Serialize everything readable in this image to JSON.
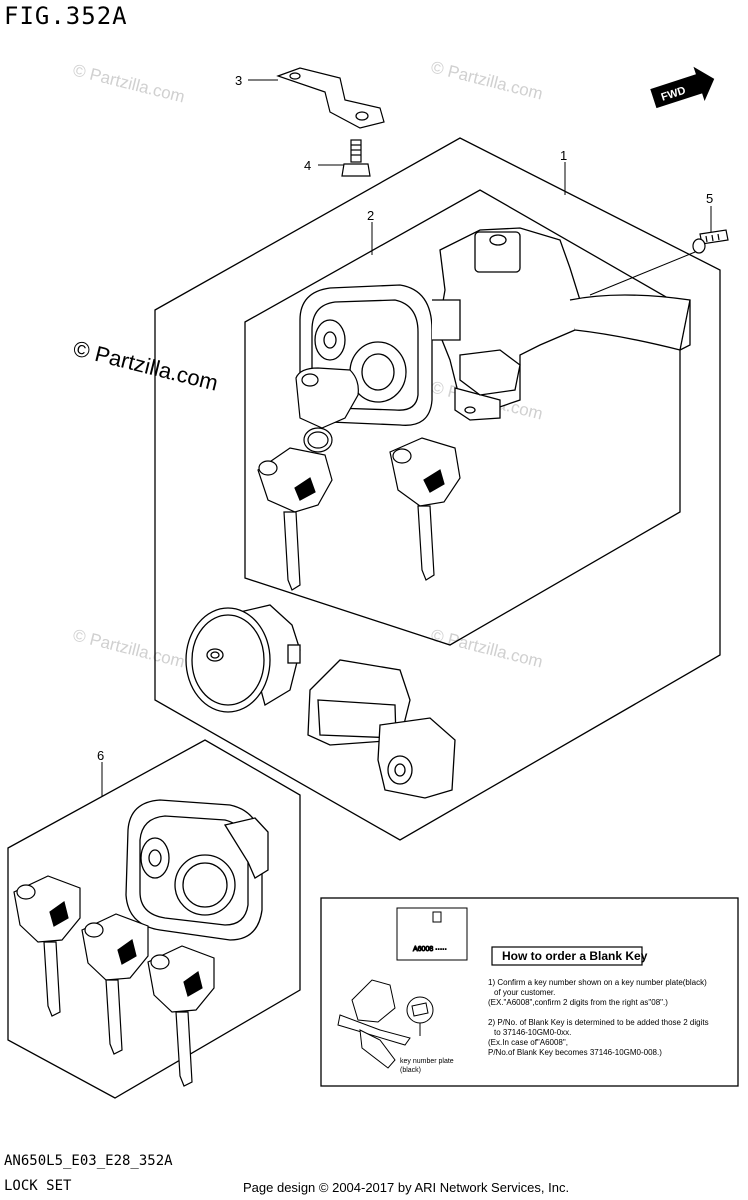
{
  "figure": {
    "title": "FIG.352A",
    "code": "AN650L5_E03_E28_352A",
    "name": "LOCK SET"
  },
  "footer": {
    "copyright": "Page design © 2004-2017 by ARI Network Services, Inc."
  },
  "watermarks": {
    "light": "© Partzilla.com",
    "main": "© Partzilla.com"
  },
  "fwd_badge": "FWD",
  "callouts": {
    "c1": "1",
    "c2": "2",
    "c3": "3",
    "c4": "4",
    "c5": "5",
    "c6": "6"
  },
  "info_box": {
    "plate_label": "A6008 ·····",
    "plate_caption_1": "key number plate",
    "plate_caption_2": "(black)",
    "title": "How to order a Blank Key",
    "line1": "1) Confirm a key number shown on a key number plate(black)",
    "line2": "of your customer.",
    "line3": "(EX.\"A6008\",confirm 2 digits from the right as\"08\".)",
    "line4": "2) P/No. of Blank Key is determined to be added those 2 digits",
    "line5": "to 37146-10GM0-0xx.",
    "line6": "(Ex.In case of\"A6008\",",
    "line7": "P/No.of Blank Key becomes 37146-10GM0-008.)"
  }
}
